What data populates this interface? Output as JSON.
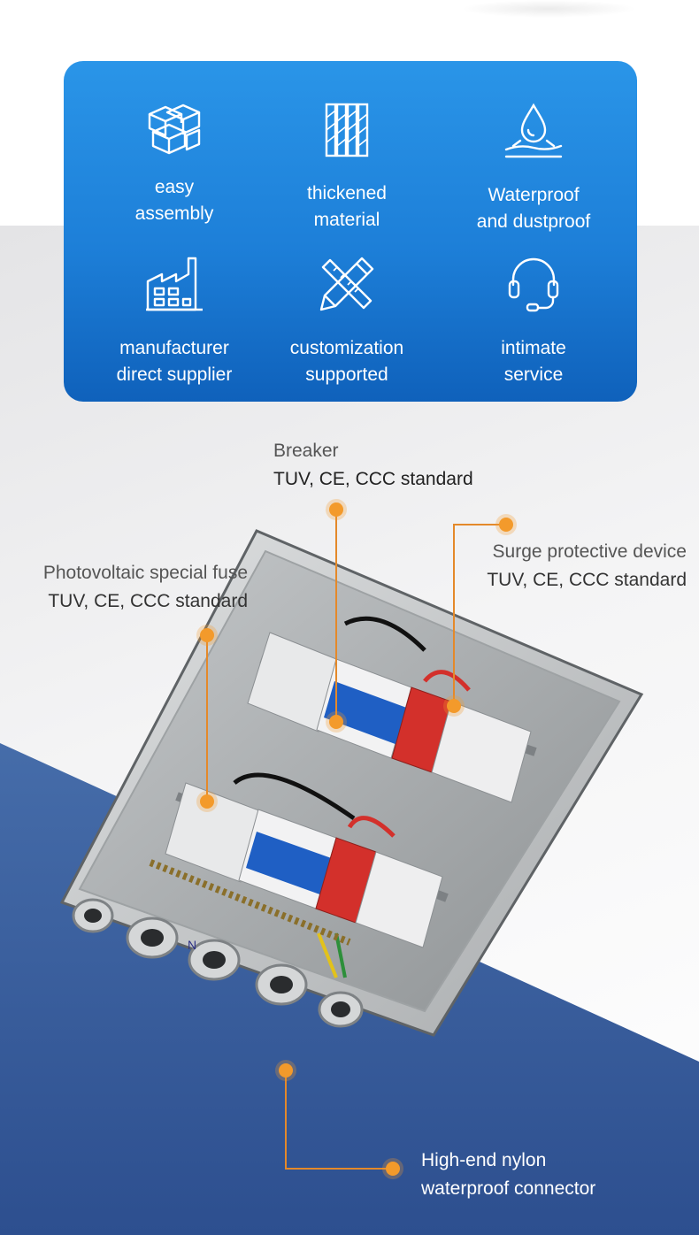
{
  "features": [
    {
      "icon": "cubes-icon",
      "line1": "easy",
      "line2": "assembly"
    },
    {
      "icon": "layers-icon",
      "line1": "thickened",
      "line2": "material"
    },
    {
      "icon": "water-drop-icon",
      "line1": "Waterproof",
      "line2": "and dustproof"
    },
    {
      "icon": "factory-icon",
      "line1": "manufacturer",
      "line2": "direct supplier"
    },
    {
      "icon": "ruler-pencil-icon",
      "line1": "customization",
      "line2": "supported"
    },
    {
      "icon": "headset-icon",
      "line1": "intimate",
      "line2": "service"
    }
  ],
  "annotations": {
    "breaker": {
      "line1": "Breaker",
      "line2": "TUV, CE, CCC standard"
    },
    "fuse": {
      "line1": "Photovoltaic special fuse",
      "line2": "TUV, CE, CCC standard"
    },
    "spd": {
      "line1": "Surge protective device",
      "line2": "TUV, CE, CCC standard"
    },
    "connector": {
      "line1": "High-end nylon",
      "line2": "waterproof connector"
    }
  },
  "product": {
    "terminal_label": "N"
  },
  "colors": {
    "panel_top": "#2a95e8",
    "panel_bottom": "#0f61bb",
    "accent_orange": "#f39a2b",
    "breaker_blue": "#1f5fc4",
    "spd_red": "#d3302b"
  }
}
